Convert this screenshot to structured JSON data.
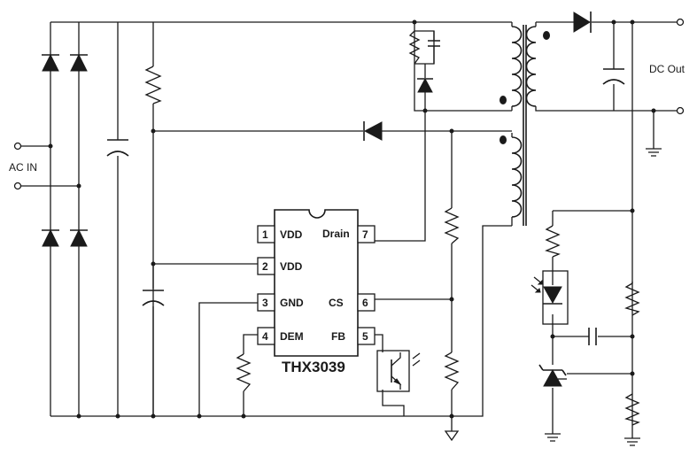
{
  "labels": {
    "ac_in": "AC IN",
    "dc_out": "DC Out",
    "part_number": "THX3039"
  },
  "ic": {
    "pins": [
      {
        "number": "1",
        "name": "VDD"
      },
      {
        "number": "2",
        "name": "VDD"
      },
      {
        "number": "3",
        "name": "GND"
      },
      {
        "number": "4",
        "name": "DEM"
      },
      {
        "number": "5",
        "name": "FB"
      },
      {
        "number": "6",
        "name": "CS"
      },
      {
        "number": "7",
        "name": "Drain"
      }
    ]
  }
}
